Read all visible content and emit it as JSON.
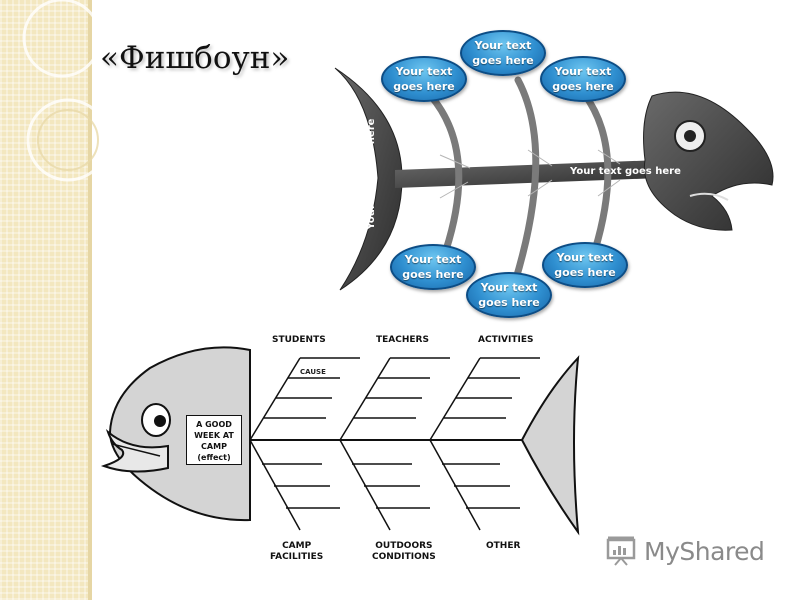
{
  "title": "«Фишбоун»",
  "diagram_top": {
    "bubbles": [
      "Your text goes here",
      "Your text goes here",
      "Your text goes here",
      "Your text goes here",
      "Your text goes here",
      "Your text goes here"
    ],
    "spine_label": "Your text goes here",
    "tail_label": "Your text goes here"
  },
  "diagram_bottom": {
    "categories_top": [
      "STUDENTS",
      "TEACHERS",
      "ACTIVITIES"
    ],
    "categories_bottom": [
      "CAMP\nFACILITIES",
      "OUTDOORS\nCONDITIONS",
      "OTHER"
    ],
    "cause_label": "CAUSE",
    "effect_line1": "A GOOD",
    "effect_line2": "WEEK AT",
    "effect_line3": "CAMP",
    "effect_line4": "(effect)"
  },
  "logo": {
    "text": "MyShared"
  },
  "colors": {
    "bubble": "#2f8fd0",
    "fish_dark": "#4a4a4a",
    "fish_light": "#d4d4d4",
    "strip": "#f3e7bf"
  }
}
